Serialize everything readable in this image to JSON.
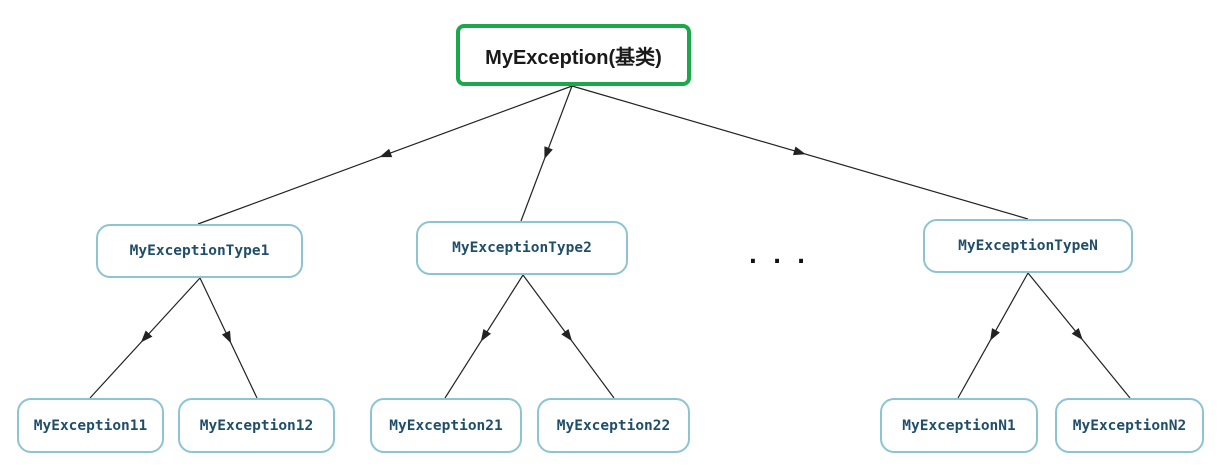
{
  "diagram": {
    "root": {
      "label": "MyException(基类)"
    },
    "level1": [
      {
        "label": "MyExceptionType1"
      },
      {
        "label": "MyExceptionType2"
      },
      {
        "label": "MyExceptionTypeN"
      }
    ],
    "ellipsis": ". . .",
    "leaves": [
      {
        "label": "MyException11"
      },
      {
        "label": "MyException12"
      },
      {
        "label": "MyException21"
      },
      {
        "label": "MyException22"
      },
      {
        "label": "MyExceptionN1"
      },
      {
        "label": "MyExceptionN2"
      }
    ]
  },
  "colors": {
    "root_border": "#1aa84a",
    "node_border": "#8cc4d4",
    "node_text": "#1f4e6a",
    "edge": "#222222"
  }
}
